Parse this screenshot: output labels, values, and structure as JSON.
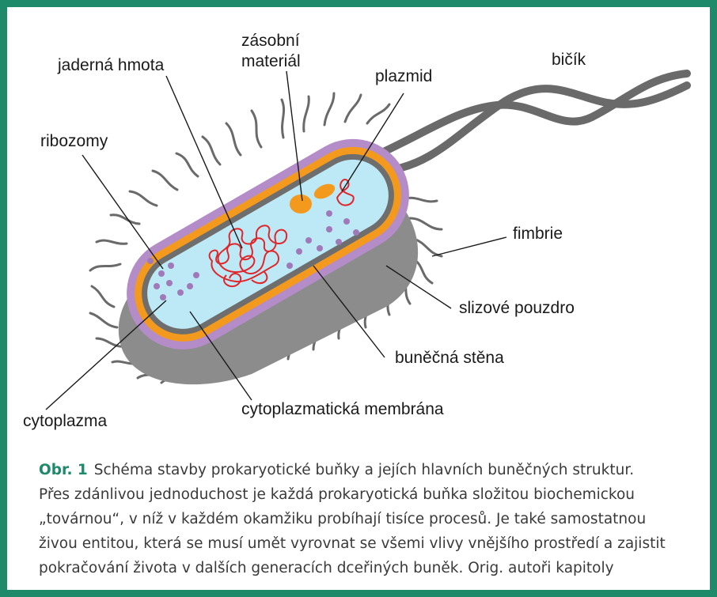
{
  "labels": {
    "zasobni1": "zásobní",
    "zasobni2": "materiál",
    "jaderna": "jaderná hmota",
    "plazmid": "plazmid",
    "bicik": "bičík",
    "ribozomy": "ribozomy",
    "fimbrie": "fimbrie",
    "slizove": "slizové pouzdro",
    "bunecna": "buněčná stěna",
    "cytoplazmaticka": "cytoplazmatická membrána",
    "cytoplazma": "cytoplazma"
  },
  "caption": {
    "prefix": "Obr. 1",
    "line1": "Schéma stavby prokaryotické buňky a jejích hlavních buněčných struktur.",
    "line2": "Přes zdánlivou jednoduchost je každá prokaryotická buňka složitou biochemickou",
    "line3": "„továrnou“, v níž v každém okamžiku probíhají tisíce procesů. Je také samostatnou",
    "line4": "živou entitou, která se musí umět vyrovnat se všemi vlivy vnějšího prostředí a zajistit",
    "line5": "pokračování života v dalších generacích dceřiných buněk. Orig. autoři kapitoly"
  },
  "colors": {
    "frame": "#1e8a6a",
    "capsule_shadow": "#8c8c8c",
    "outer_layer": "#b48cc8",
    "cell_wall": "#f39a1e",
    "membrane": "#6e6e6e",
    "cytoplasm": "#bde8f5",
    "nucleoid": "#e0262a",
    "ribosomes": "#a07ab8",
    "storage": "#f39a1e",
    "appendages": "#6a6a6a"
  }
}
